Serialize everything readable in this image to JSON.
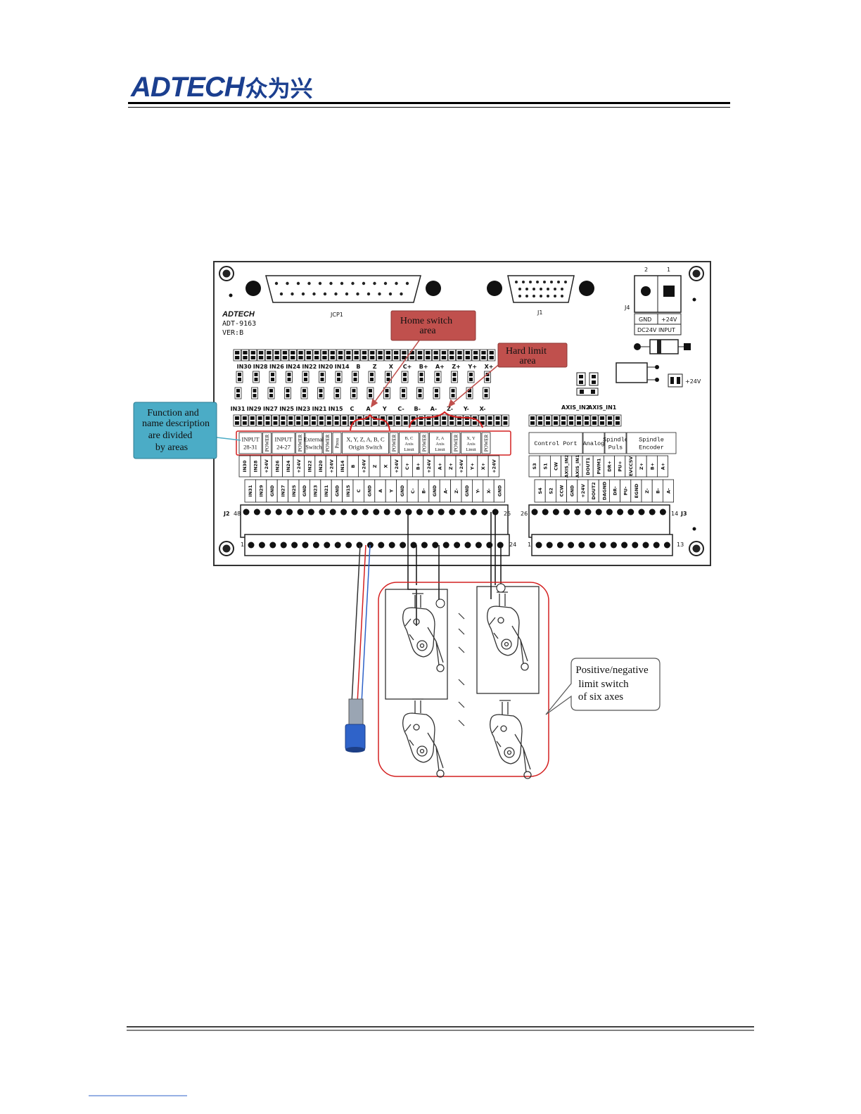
{
  "header": {
    "logo_brand": "ADTECH",
    "logo_cn": "众为兴"
  },
  "board": {
    "brand": "ADTECH",
    "model": "ADT-9163",
    "version": "VER:B",
    "connector_jcp1": "JCP1",
    "connector_j1": "J1",
    "connector_j4": "J4",
    "power_gnd": "GND",
    "power_24v": "+24V",
    "power_input": "DC24V  INPUT",
    "pin2": "2",
    "pin1": "1",
    "fuse_plus24v": "+24V",
    "j2": "J2",
    "j3": "J3",
    "j2_pin48": "48",
    "j2_pin25": "25",
    "j2_pin1": "1",
    "j2_pin24": "24",
    "j3_pin26": "26",
    "j3_pin14": "14",
    "j3_pin1": "1",
    "j3_pin13": "13",
    "axis_in2": "AXIS_IN2",
    "axis_in1": "AXIS_IN1",
    "top_row_labels": [
      "IN30",
      "IN28",
      "IN26",
      "IN24",
      "IN22",
      "IN20",
      "IN14",
      "B",
      "Z",
      "X",
      "C+",
      "B+",
      "A+",
      "Z+",
      "Y+",
      "X+"
    ],
    "second_row_labels": [
      "IN31",
      "IN29",
      "IN27",
      "IN25",
      "IN23",
      "IN21",
      "IN15",
      "C",
      "A",
      "Y",
      "C-",
      "B-",
      "A-",
      "Z-",
      "Y-",
      "X-"
    ],
    "areas": [
      {
        "lines": [
          "INPUT",
          "28-31"
        ]
      },
      {
        "lines": [
          "POWER"
        ]
      },
      {
        "lines": [
          "INPUT",
          "24-27"
        ]
      },
      {
        "lines": [
          "POWER"
        ]
      },
      {
        "lines": [
          "External",
          "Switch"
        ]
      },
      {
        "lines": [
          "POWER"
        ]
      },
      {
        "lines": [
          "Press"
        ]
      },
      {
        "lines": [
          "X, Y, Z, A, B, C",
          "Origin Switch"
        ]
      },
      {
        "lines": [
          "POWER"
        ]
      },
      {
        "lines": [
          "B, C",
          "Axis",
          "Limit"
        ]
      },
      {
        "lines": [
          "POWER"
        ]
      },
      {
        "lines": [
          "Z, A",
          "Axis",
          "Limit"
        ]
      },
      {
        "lines": [
          "POWER"
        ]
      },
      {
        "lines": [
          "X, Y",
          "Axis",
          "Limit"
        ]
      },
      {
        "lines": [
          "POWER"
        ]
      }
    ],
    "right_areas": [
      {
        "lines": [
          "Control Port"
        ]
      },
      {
        "lines": [
          "Analog"
        ]
      },
      {
        "lines": [
          "Spindle",
          "Puls"
        ]
      },
      {
        "lines": [
          "Spindle",
          "Encoder"
        ]
      }
    ],
    "j2_upper_pins": [
      "IN30",
      "IN28",
      "+24V",
      "IN26",
      "IN24",
      "+24V",
      "IN22",
      "IN20",
      "+24V",
      "IN14",
      "B",
      "+24V",
      "Z",
      "X",
      "+24V",
      "C+",
      "B+",
      "+24V",
      "A+",
      "Z+",
      "+24V",
      "Y+",
      "X+",
      "+24V"
    ],
    "j2_lower_pins": [
      "IN31",
      "IN29",
      "GND",
      "IN27",
      "IN25",
      "GND",
      "IN23",
      "IN21",
      "GND",
      "IN15",
      "C",
      "GND",
      "A",
      "Y",
      "GND",
      "C-",
      "B-",
      "GND",
      "A-",
      "Z-",
      "GND",
      "Y-",
      "X-",
      "GND"
    ],
    "j3_upper_pins": [
      "S3",
      "S1",
      "CW",
      "AXIS_IN2",
      "AXIS_IN1",
      "DOUT1",
      "PWM1",
      "DR+",
      "PU+",
      "EVCC5V",
      "Z+",
      "B+",
      "A+"
    ],
    "j3_lower_pins": [
      "S4",
      "S2",
      "CCW",
      "GND",
      "+24V",
      "DOUT2",
      "DAGND",
      "DR-",
      "PU-",
      "EGND",
      "Z-",
      "B-",
      "A-"
    ]
  },
  "callouts": {
    "home_switch": "Home switch area",
    "hard_limit": "Hard limit area",
    "function_name": "Function and name description are divided by areas",
    "limit_switch": "Positive/negative limit switch of six axes"
  },
  "colors": {
    "callout_red": "#c0504d",
    "callout_blue": "#4bacc6",
    "brand_blue": "#1b3f8f",
    "annotation_red": "#d42020"
  }
}
